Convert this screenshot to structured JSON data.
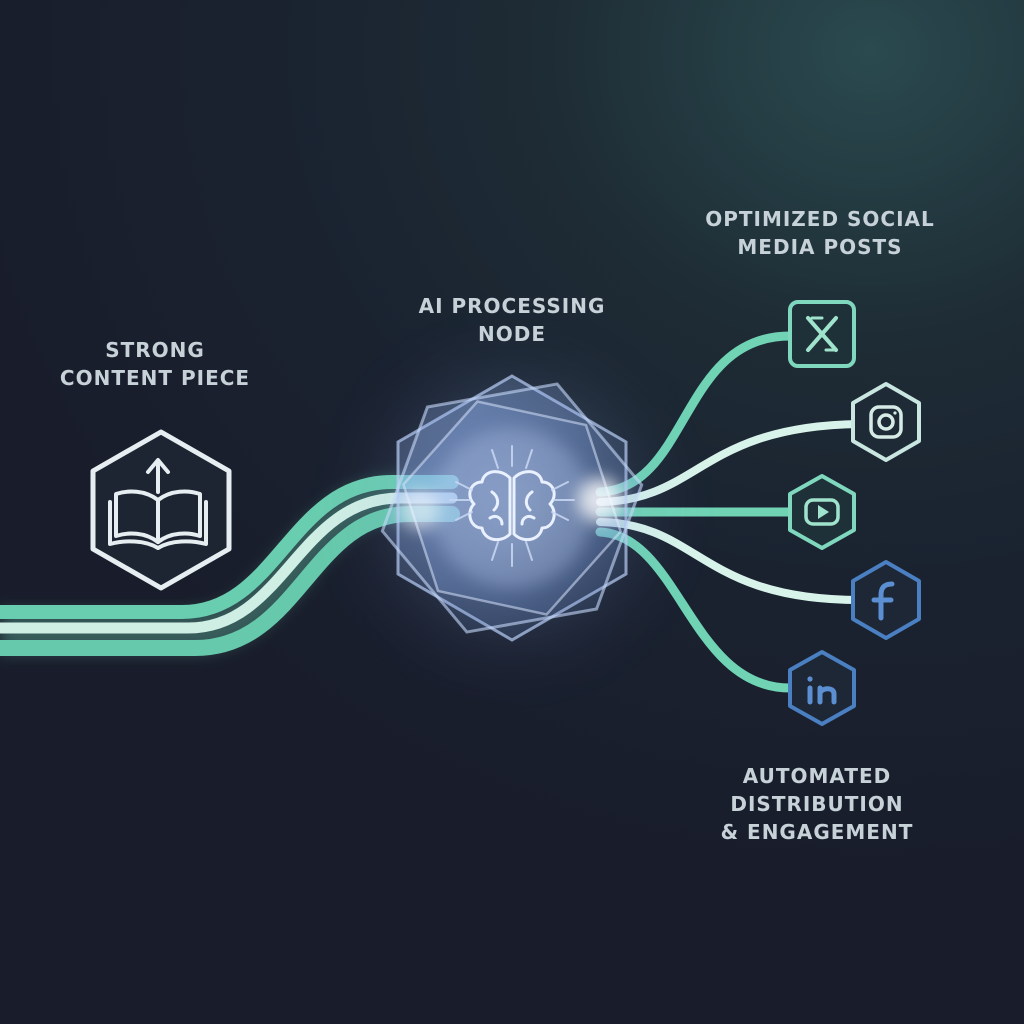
{
  "labels": {
    "source": {
      "line1": "STRONG",
      "line2": "CONTENT PIECE"
    },
    "ai_node": {
      "line1": "AI PROCESSING",
      "line2": "NODE"
    },
    "outputs": {
      "line1": "OPTIMIZED SOCIAL",
      "line2": "MEDIA POSTS"
    },
    "distribution": {
      "line1": "AUTOMATED",
      "line2": "DISTRIBUTION",
      "line3": "& ENGAGEMENT"
    }
  },
  "nodes": {
    "source_icon": "open-book-upload-icon",
    "ai_icon": "brain-circuit-icon"
  },
  "platforms": [
    {
      "name": "X",
      "icon": "x-logo-icon",
      "shape": "rounded-square"
    },
    {
      "name": "Instagram",
      "icon": "instagram-icon",
      "shape": "hexagon"
    },
    {
      "name": "YouTube",
      "icon": "youtube-icon",
      "shape": "hexagon"
    },
    {
      "name": "Facebook",
      "icon": "facebook-icon",
      "shape": "hexagon"
    },
    {
      "name": "LinkedIn",
      "icon": "linkedin-icon",
      "shape": "hexagon"
    }
  ],
  "colors": {
    "background": "#1b2130",
    "flow_teal": "#6fd3b4",
    "flow_light": "#dff5ee",
    "glow": "#a9c8ff",
    "icon_teal": "#7fd8bd",
    "icon_blue": "#4a7fc1",
    "label_text": "#c7d1d8"
  }
}
